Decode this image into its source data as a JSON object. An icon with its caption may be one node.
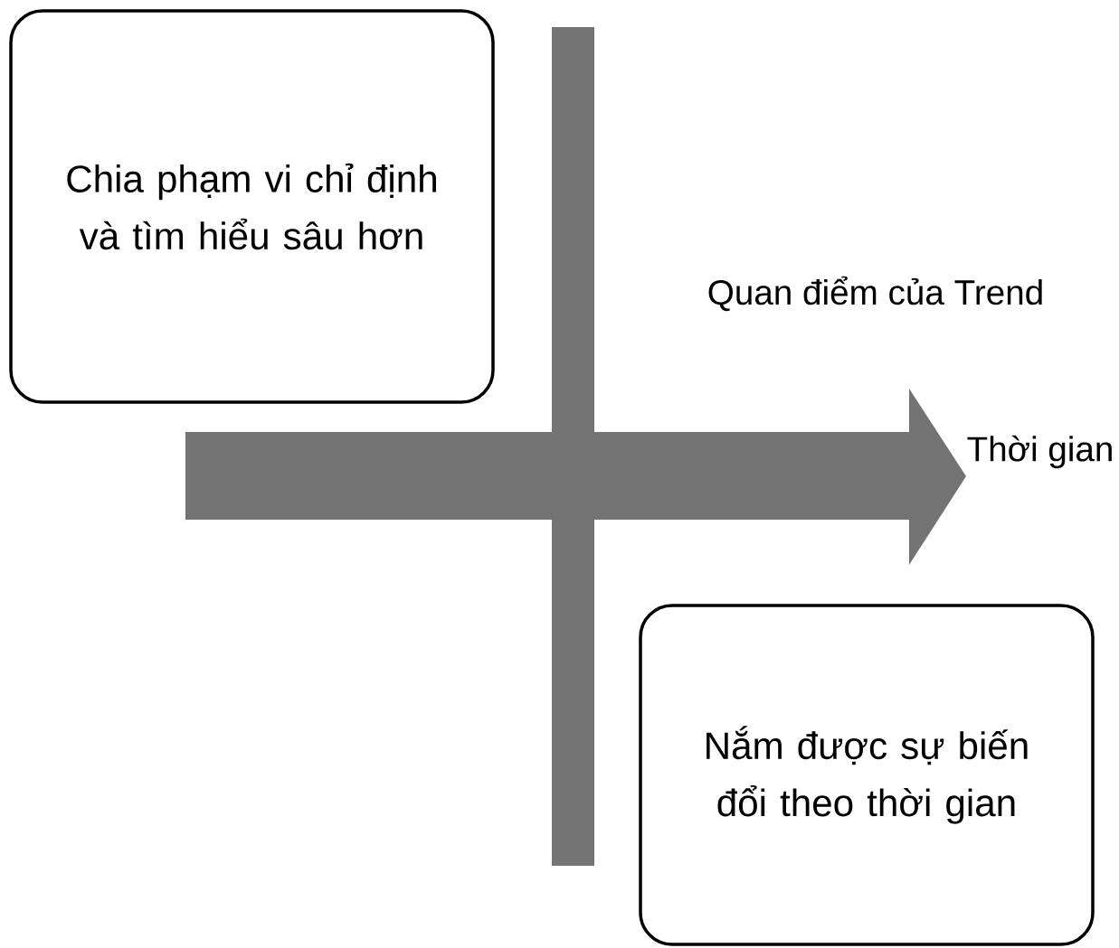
{
  "diagram": {
    "nodes": [
      {
        "text": [
          "Chia phạm vi chỉ định và tìm hiểu sâu hơn"
        ]
      },
      {
        "text": [
          "Nắm được sự biến đổi theo thời gian"
        ]
      }
    ],
    "edges": [],
    "labels": [
      "Quan điểm của Trend",
      "Thời gian"
    ]
  }
}
